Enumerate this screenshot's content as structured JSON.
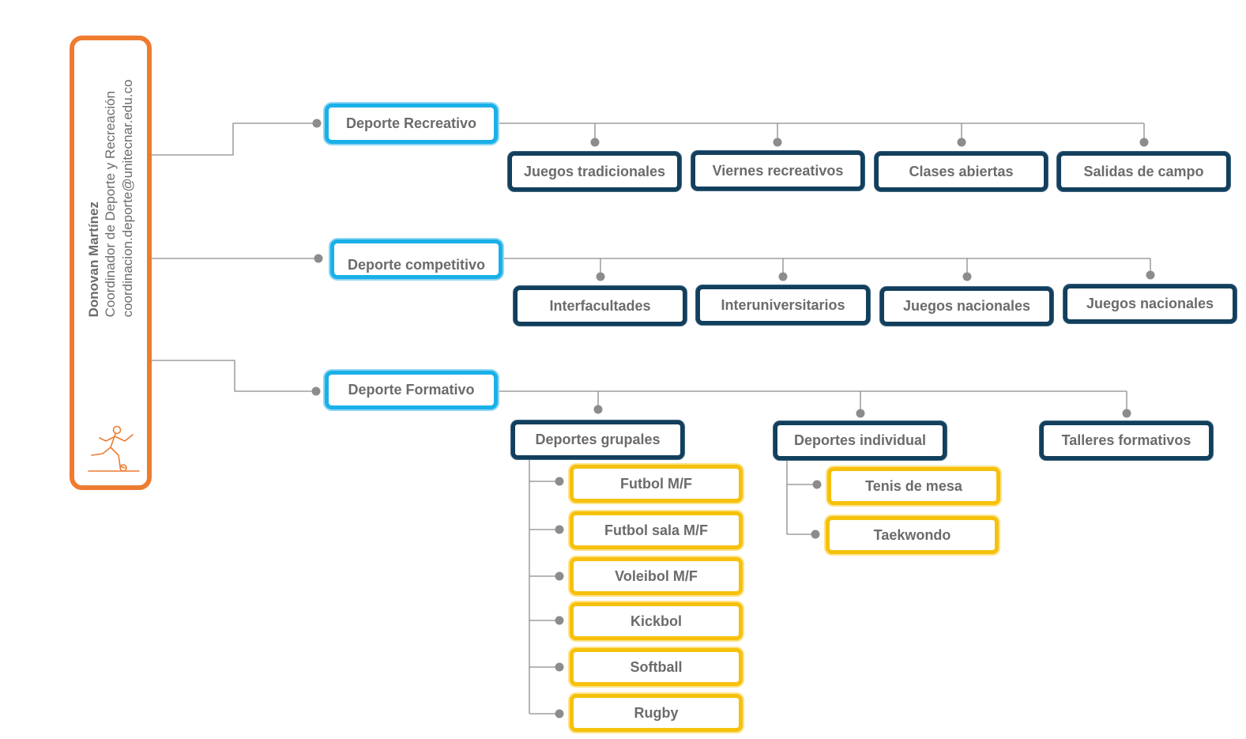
{
  "root": {
    "name": "Donovan Martínez",
    "role": "Coordinador de Deporte y Recreación",
    "email": "coordinacion.deporte@unitecnar.edu.co",
    "icon": "soccer-player-icon",
    "border_color": "#ed7c30"
  },
  "categories": [
    {
      "label": "Deporte Recreativo",
      "items": [
        "Juegos tradicionales",
        "Viernes recreativos",
        "Clases abiertas",
        "Salidas de campo"
      ]
    },
    {
      "label": "Deporte competitivo",
      "items": [
        "Interfacultades",
        "Interuniversitarios",
        "Juegos nacionales",
        "Juegos nacionales"
      ]
    },
    {
      "label": "Deporte Formativo",
      "items": [
        {
          "label": "Deportes grupales",
          "subitems": [
            "Futbol M/F",
            "Futbol sala M/F",
            "Voleibol M/F",
            "Kickbol",
            "Softball",
            "Rugby"
          ]
        },
        {
          "label": "Deportes individual",
          "subitems": [
            "Tenis de mesa",
            "Taekwondo"
          ]
        },
        {
          "label": "Talleres formativos",
          "subitems": []
        }
      ]
    }
  ],
  "colors": {
    "level1": "#1ab0e8",
    "level2": "#123f5c",
    "level3": "#f6c10c",
    "connector": "#8c8c8c",
    "text": "#6b6b6b"
  }
}
